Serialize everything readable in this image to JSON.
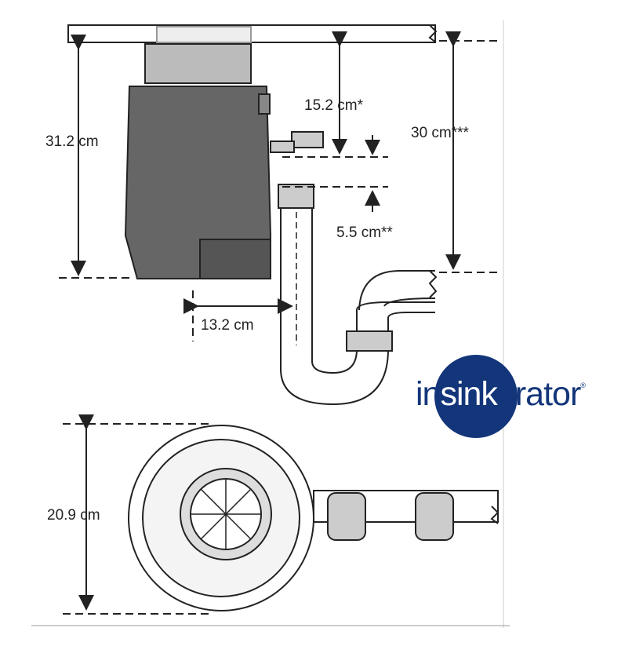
{
  "dimensions": {
    "height_total": "31.2 cm",
    "inlet_drop": "15.2 cm*",
    "outlet_to_drain": "30 cm***",
    "inlet_to_outlet": "5.5 cm**",
    "center_to_outlet": "13.2 cm",
    "diameter": "20.9 cm"
  },
  "logo": {
    "part1": "in",
    "part2": "sink",
    "part3": "erator",
    "mark": "®"
  },
  "colors": {
    "brand": "#13357a",
    "line": "#222222",
    "body": "#5a5a5a"
  }
}
